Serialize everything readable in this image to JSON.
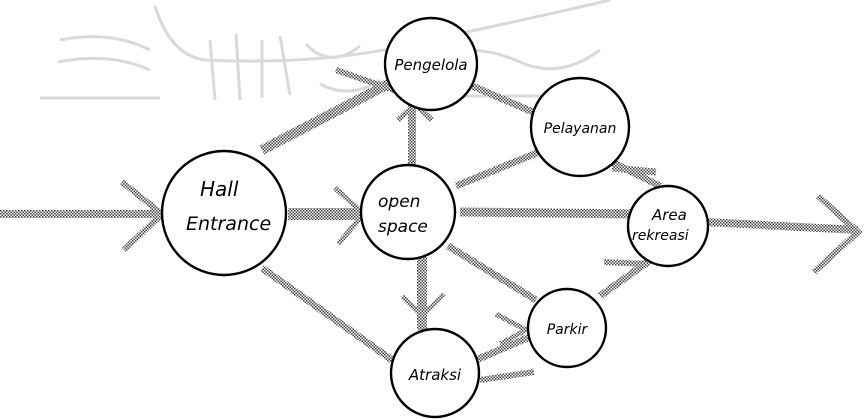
{
  "nodes": {
    "pengelola": "Pengelola",
    "pelayanan": "Pelayanan",
    "hall_line1": "Hall",
    "hall_line2": "Entrance",
    "open_line1": "open",
    "open_line2": "space",
    "area_line1": "Area",
    "area_line2": "rekreasi",
    "parkir": "Parkir",
    "atraksi": "Atraksi"
  },
  "colors": {
    "edge_dots": "#555555",
    "node_stroke": "#000000",
    "watermark": "#d9d9d9"
  }
}
